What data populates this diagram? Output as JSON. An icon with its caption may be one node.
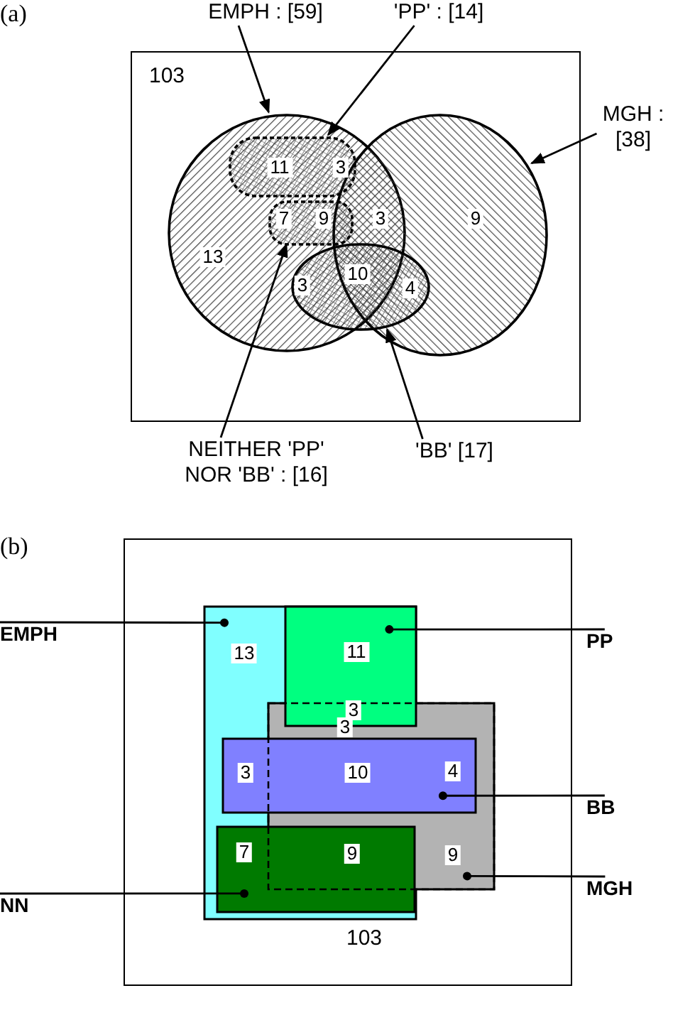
{
  "diagram": {
    "nodes": [
      {
        "text": [
          "EMPH : [59]"
        ]
      },
      {
        "text": [
          "'PP' : [14]"
        ]
      },
      {
        "text": [
          "103"
        ]
      },
      {
        "text": [],
        "shape": "circle",
        "in": 2
      },
      {
        "text": [],
        "shape": "circle",
        "in": 2
      },
      {
        "text": [],
        "shape": "box",
        "in": 3
      },
      {
        "text": [],
        "shape": "box",
        "in": 3
      },
      {
        "text": [],
        "shape": "ellipse",
        "in": 2
      },
      {
        "text": [
          "MGH : [38]"
        ]
      },
      {
        "text": [
          "NEITHER 'PP' NOR 'BB' : [16]"
        ]
      },
      {
        "text": [
          "'BB' [17]"
        ]
      },
      {
        "text": [
          "103"
        ]
      },
      {
        "text": [],
        "shape": "box",
        "in": 11
      },
      {
        "text": [],
        "shape": "box",
        "in": 12
      },
      {
        "text": [],
        "shape": "box",
        "in": 11
      },
      {
        "text": [],
        "shape": "box",
        "in": 11
      },
      {
        "text": [],
        "shape": "box",
        "in": 12
      },
      {
        "text": [
          "EMPH"
        ]
      },
      {
        "text": [
          "PP"
        ]
      },
      {
        "text": [
          "BB"
        ]
      },
      {
        "text": [
          "NN"
        ]
      },
      {
        "text": [
          "MGH"
        ]
      }
    ],
    "edges": [
      {
        "from": 0,
        "to": 3,
        "arrow": "to"
      },
      {
        "from": 1,
        "to": 5,
        "arrow": "to"
      },
      {
        "from": 8,
        "to": 4,
        "arrow": "to"
      },
      {
        "from": 9,
        "to": 6,
        "arrow": "to"
      },
      {
        "from": 10,
        "to": 7,
        "arrow": "to"
      },
      {
        "from": 17,
        "to": 12,
        "arrow": "other"
      },
      {
        "from": 18,
        "to": 13,
        "arrow": "other"
      },
      {
        "from": 19,
        "to": 15,
        "arrow": "other"
      },
      {
        "from": 20,
        "to": 16,
        "arrow": "other"
      },
      {
        "from": 21,
        "to": 14,
        "arrow": "other"
      }
    ],
    "labels": [
      "(a)",
      "11",
      "3",
      "7",
      "9",
      "3",
      "9",
      "13",
      "3",
      "10",
      "4",
      "(b)",
      "13",
      "11",
      "3",
      "3",
      "3",
      "10",
      "4",
      "7",
      "9",
      "9"
    ]
  }
}
